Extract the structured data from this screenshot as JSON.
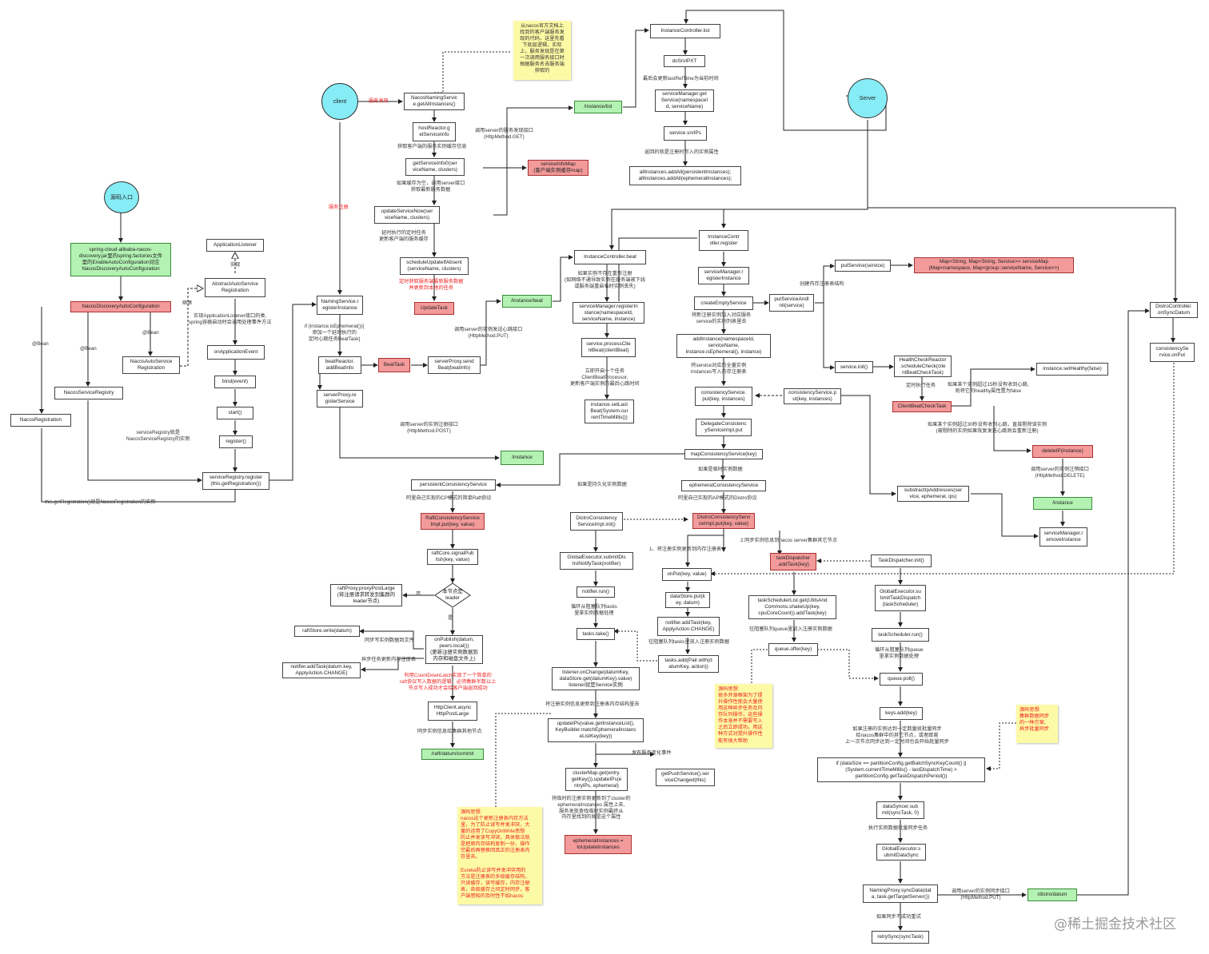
{
  "circles": {
    "client": "client",
    "server": "Server",
    "source": "源码入口"
  },
  "boxes": {
    "spring_jar": "spring-cloud-alibaba-nacos-\ndiscovery.jar里的spring.factories文件\n里的EnableAutoConfiguration对应\nNacosDiscoveryAutoConfiguration",
    "nacos_auto_config": "NacosDiscoveryAutoConfiguration",
    "nacos_service_registry": "NacosServiceRegistry",
    "nacos_registration": "NacosRegistration",
    "nacos_auto_service_reg": "NacosAutoService\nRegistration",
    "app_listener": "ApplicationListener",
    "abstract_auto_reg": "AbstractAutoService\nRegistration",
    "on_app_event": "onApplicationEvent",
    "bind_event": "bind(event)",
    "start": "start()",
    "register": "register()",
    "sr_register": "serviceRegistry.register\n(this.getRegistration())",
    "naming_register": "NamingService.r\negisterInstance",
    "beat_reactor": "beatReactor.\naddBeatInfo",
    "beat_task": "BeatTask",
    "send_beat": "serverProxy.send\nBeat(beatInfo)",
    "server_proxy_reg": "serverProxy.re\ngisterService",
    "nacos_naming_get_all": "NacosNamingServic\ne.getAllInstances()",
    "host_reactor": "hostReactor.g\netServiceInfo",
    "get_service_info0": "getServiceInfo0(ser\nviceName, clusters)",
    "service_info_map": "serviceInfoMap\n(客户端实例缓存map)",
    "update_service_now": "updateServiceNow(ser\nviceName, clusters)",
    "schedule_update": "scheduleUpdateIfAbsent\n(serviceName, clusters)",
    "update_task": "UpdateTask",
    "instance_list_api": "/instance/list",
    "instance_beat_api": "/instance/beat",
    "instance_api": "/instance",
    "ic_list": "InstanceController.list",
    "do_srv_ipxt": "doSrvIPXT",
    "sm_get_service": "serviceManager.get\nService(namespaceI\nd, serviceName)",
    "srv_ips": "service.srvIPs",
    "all_instances": "allInstances.addAll(persistentInstances);\nallInstances.addAll(ephemeralInstances);",
    "ic_register": "InstanceContr\noller.register",
    "ic_beat": "InstanceController.beat",
    "sm_register_instance_beat": "serviceManager.registerIn\nstance(namespaceId,\nserviceName, instance)",
    "service_process_beat": "service.processClie\nntBeat(clientBeat)",
    "instance_set_last_beat": "instance.setLast\nBeat(System.cur\nrentTimeMillis())",
    "sm_register_instance": "serviceManager.r\negisterInstance",
    "create_empty_service": "createEmptyService",
    "put_service_and_init": "putServiceAndI\nnit(service)",
    "put_service": "putService(service)",
    "service_map": "Map<String, Map<String, Service>> serviceMap\n(Map<namespace, Map<group::serviceName, Service>>)",
    "service_init": "service.init()",
    "health_check_reactor": "HealthCheckReactor\n.scheduleCheck(clie\nntBeatCheckTask)",
    "client_beat_check_task": "ClientBeatCheckTask",
    "set_healthy_false": "instance.setHealthy(false)",
    "delete_ip": "deleteIP(instance)",
    "instance_delete_api": "/instance",
    "sm_remove_instance": "serviceManager.r\nemoveInstance",
    "add_instance": "addInstance(namespaceId,\nserviceName,\ninstance.isEphemeral(), instance)",
    "consistency_put": "consistencyService.\nput(key, instances)",
    "consistency_put2": "consistencyService.p\nut(key, instances)",
    "substract_ip": "substractIpAddresses(ser\nvice, ephemeral, ips)",
    "delegate_consistency": "DelegateConsistenc\nyServiceImpl.put",
    "map_consistency": "mapConsistencyService(key)",
    "ephemeral_consistency": "ephemeralConsistencyService",
    "persistent_consistency": "persistentConsistencyService",
    "raft_put": "RaftConsistencyService\nImpl.put(key, value)",
    "raft_signal_publish": "raftCore.signalPub\nlish(key, value)",
    "raft_proxy_post": "raftProxy.proxyPostLarge\n(将注册请求转发到集群的\nleader节点)",
    "raft_store_write": "raftStore.write(datum)",
    "on_publish": "onPublish(datum,\npeers.local())\n(更新注册实例数据到\n内存和磁盘文件上)",
    "notifier_add_task_raft": "notifier.addTask(datum.key,\nApplyAction.CHANGE)",
    "http_client_async": "HttpClient.async\nHttpPostLarge",
    "raft_commit_api": "/raft/datum/commit",
    "distro_init": "DistroConsistency\nServiceImpl.init()",
    "distro_put": "DistroConsistencyServi\nceImpl.put(key, value)",
    "global_executor_submit": "GlobalExecutor.submitDis\ntroNotifyTask(notifier)",
    "notifier_run": "notifier.run()",
    "tasks_take": "tasks.take()",
    "listener_on_change": "listener.onChange(datumKey,\ndataStore.get(datumKey).value)\nlistener就是Service实例",
    "update_ips": "updateIPs(value.getInstanceList(),\nKeyBuilder.matchEphemeralInstanc\neListKey(key))",
    "cluster_map": "clusterMap.get(entry.\ngetKey()).updateIPs(e\nntryIPs, ephemeral)",
    "get_push_service": "getPushService().ser\nviceChanged(this)",
    "ephemeral_to_update": "ephemeralInstances =\ntoUpdateInstances",
    "on_put": "onPut(key, value)",
    "data_store_put": "dataStore.put(k\ney, datum)",
    "notifier_add_task": "notifier.addTask(key,\nApplyAction.CHANGE)",
    "tasks_add": "tasks.add(Pair.with(d\natumKey, action))",
    "task_dispatcher_add": "taskDispatcher\n.addTask(key)",
    "task_dispatcher_init": "TaskDispatcher.init()",
    "task_scheduler_list_get": "taskSchedulerList.get(UtilsAnd\nCommons.shakeUp(key,\ncpuCoreCount)).addTask(key)",
    "queue_offer": "queue.offer(key)",
    "global_executor_dispatch": "GlobalExecutor.su\nbmitTaskDispatch\n(taskScheduler)",
    "task_scheduler_run": "taskScheduler.run()",
    "queue_poll": "queue.poll()",
    "keys_add": "keys.add(key)",
    "if_data_size": "if (dataSize == partitionConfig.getBatchSyncKeyCount() ||\n(System.currentTimeMillis() - lastDispatchTime) >\npartitionConfig.getTaskDispatchPeriod())",
    "data_syncer_submit": "dataSyncer.sub\nmit(syncTask, 0)",
    "global_executor_submit_sync": "GlobalExecutor.s\nubmitDataSync",
    "naming_proxy_sync": "NamingProxy.syncData(dat\na, task.getTargetServer())",
    "distro_datum_api": "/distro/datum",
    "retry_sync": "retrySync(syncTask)",
    "distro_controller_on_sync": "DistroController.\nonSyncDatum",
    "consistency_service_on_put": "consistencySe\nrvice.onPut"
  },
  "decision": "本节点是\nleader",
  "labels": {
    "service_discovery": "服务发现",
    "service_register": "服务注册",
    "implements": "实现",
    "inherits": "继承",
    "bean1": "@Bean",
    "bean2": "@Bean",
    "bean3": "@Bean",
    "impl_listener": "实现ApplicationListener接口的类,\nspring容器启动时会调用处理事件方法",
    "sr_is_nsr": "serviceRegistry就是\nNacosServiceRegistry的实例",
    "get_registration": "this.getRegistration()就是NacosRegistration的实例",
    "if_ephemeral": "if (instance.isEphemeral()){\n添加一个延时执行的\n定时心跳任务BeatTask}",
    "call_beat": "调用server的实例发送心跳接口\n(HttpMethod.PUT)",
    "call_register": "调用server的实例注册接口\n(HttpMethod.POST)",
    "get_cache": "获取客户端的服务实例缓存信息",
    "if_cache_empty": "如果缓存为空，调用server接口\n获取最新服务数据",
    "delayed_task": "延时执行的定时任务\n更新客户端的服务缓存",
    "scheduled_fetch": "定时获取服务端最新服务数据\n并更新到本地的任务",
    "call_discovery": "调用server的服务发现接口\n(HttpMethod.GET)",
    "update_last_ref": "最后会更新lastRefTime为当前时间",
    "returned": "返回的就是注册时写入的实例属性",
    "if_not_exist_beat": "如果实例不存在重新注册\n(如网络不通导致实例在服务端被下线\n或服务端重启临时实例丢失)",
    "immediate_task": "立即开启一个任务\nClientBeatProcessor,\n更新客户端实例的最后心跳时间",
    "create_register_structure": "创建内存注册表结构",
    "add_to_service": "将新注册实例加入对应服务\nservice的实例列表里去",
    "write_to_memory": "将service对应的全量实例\ninstances写入内存注册表",
    "scheduled": "定时执行任务",
    "over_15s": "如果某个实例超过15秒没有收到心跳,\n则将它的healthy属性置为false",
    "over_30s": "如果某个实例超过30秒没有收到心跳，直接剔除该实例\n(被剔除的实例如果恢复发送心跳则会重新注册)",
    "call_delete": "调用server的实例注销接口\n(HttpMethod.DELETE)",
    "if_persistent": "如果是持久化实例数据",
    "if_ephemeral_data": "如果是临时实例数据",
    "raft_protocol": "阿里自己实现的CP模式的简单Raft协议",
    "distro_protocol": "阿里自己实现的AP模式的Distro协议",
    "sync_to_others": "2.同步实例信息到nacos server集群其它节点",
    "update_to_memory": "1、将注册实例更新到内存注册表",
    "no": "否",
    "yes": "是",
    "sync_write_file": "同步写实例数据到文件",
    "async_update_memory": "异步任务更新内存注册表",
    "countdown_latch": "利用CountDownLatch实现了一个简单的\nraft协议写入数据的逻辑，必须集群半数以上\n节点写入成功才会给客户端返回成功",
    "sync_to_cluster": "同步实例信息给集群其他节点",
    "loop_block_queue": "循环从阻塞队列tasks\n里拿实例数据处理",
    "put_to_block_queue": "往阻塞队列tasks里放入注册实例数据",
    "update_instance_structure": "将注册实例信息更新到注册表内存结构里去",
    "publish_service_change": "发布服务变化事件",
    "update_cluster": "将临时的注册实例更新到了cluster的\nephemeralInstances 属性上去,\n服务发现查找临时实例最终从\n内存里找到的就是这个属性",
    "put_queue": "往阻塞队列queue里放入注册实例数据",
    "loop_queue": "循环从阻塞队列queue\n里拿实例数据处理",
    "batch_sync": "如果注册的实例达到一定数量就批量同步\n给nacos集群中的其它节点，或者距离\n上一次节点同步达到一定时间也会开始批量同步",
    "exec_batch_sync": "执行实例数据批量同步任务",
    "call_sync": "调用server的实例同步接口\n(HttpMethod.PUT)",
    "retry": "如果同步不成功重试"
  },
  "notes": {
    "official_doc": "从nacos官方文档上\n找到的客户端服务发\n现的代码，这里先看\n下底层逻辑，实际\n上，服务发现是在第\n一次调用服务接口时\n根据服务名去服务端\n获取的",
    "source_thought_async": "源码思想:\n很多开源框架为了提\n升操作性能会大量使\n用这种异步任务及内\n存队列操作，这些操\n作本身并不需要写入\n之后立即成功，用这\n种方式对提升操作性\n能有很大帮助",
    "source_thought_cow": "源码思想:\nnacos这个更新注册表内存方法\n里，为了防止读写并发冲突，大\n量的运用了CopyOnWrite思想\n防止并发读写冲突，具体做法就\n是把原内存结构复制一份，操作\n完最后再替换回真正的注册表内\n存里去。\n\nEureka防止读写并发冲突用的\n方法是注册表的多级缓存结构，\n只读缓存，读写缓存，内存注册\n表，各级缓存之间定时同步，客\n户端感知的及时性不如nacos",
    "source_thought_batch": "源码思想:\n集群数据同步\n的一种方案,\n异步批量同步"
  },
  "watermark": "@稀土掘金技术社区"
}
